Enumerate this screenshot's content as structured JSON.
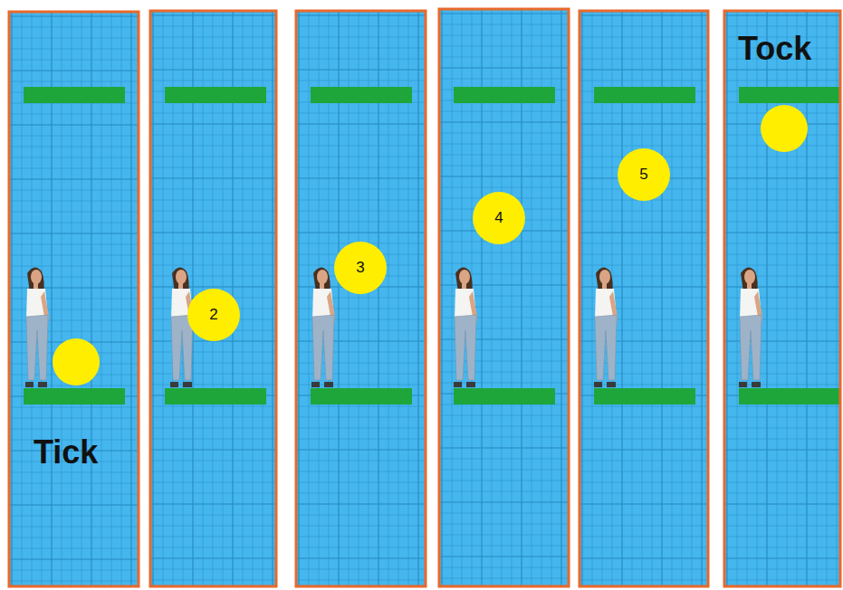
{
  "diagram": {
    "nodes": [
      {
        "text": [
          "2"
        ]
      },
      {
        "text": [
          "3"
        ]
      },
      {
        "text": [
          "4"
        ]
      },
      {
        "text": [
          "5"
        ]
      }
    ],
    "labels": [
      "Tick",
      "Tock"
    ]
  }
}
